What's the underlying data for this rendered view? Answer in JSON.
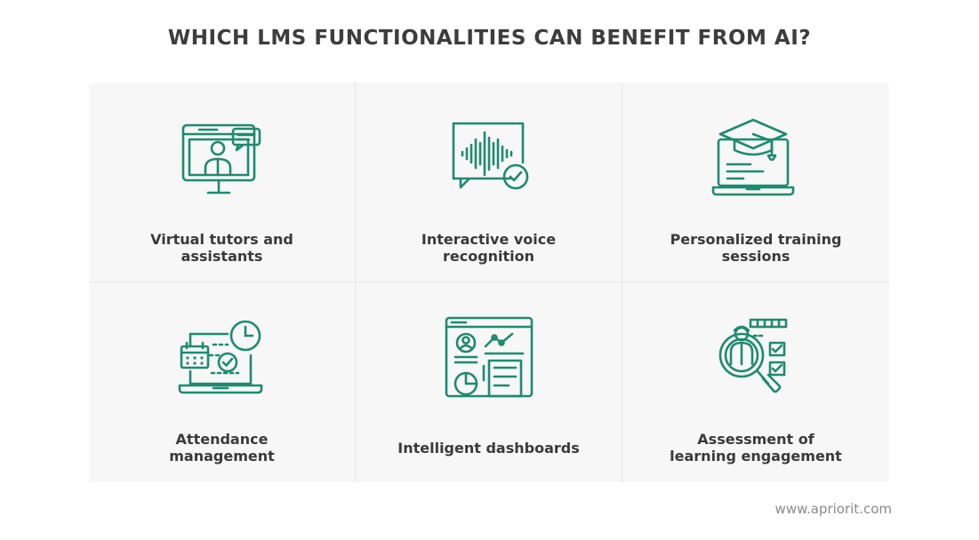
{
  "title": "WHICH LMS FUNCTIONALITIES CAN BENEFIT FROM AI?",
  "accent_color": "#1f8a70",
  "items": [
    {
      "label": "Virtual tutors and assistants",
      "icon": "virtual-tutor-icon"
    },
    {
      "label": "Interactive voice recognition",
      "icon": "voice-recognition-icon"
    },
    {
      "label": "Personalized training sessions",
      "icon": "graduation-laptop-icon"
    },
    {
      "label": "Attendance management",
      "icon": "attendance-calendar-icon"
    },
    {
      "label": "Intelligent dashboards",
      "icon": "dashboard-icon"
    },
    {
      "label": "Assessment of learning engagement",
      "icon": "assessment-magnifier-icon"
    }
  ],
  "footer": "www.apriorit.com"
}
